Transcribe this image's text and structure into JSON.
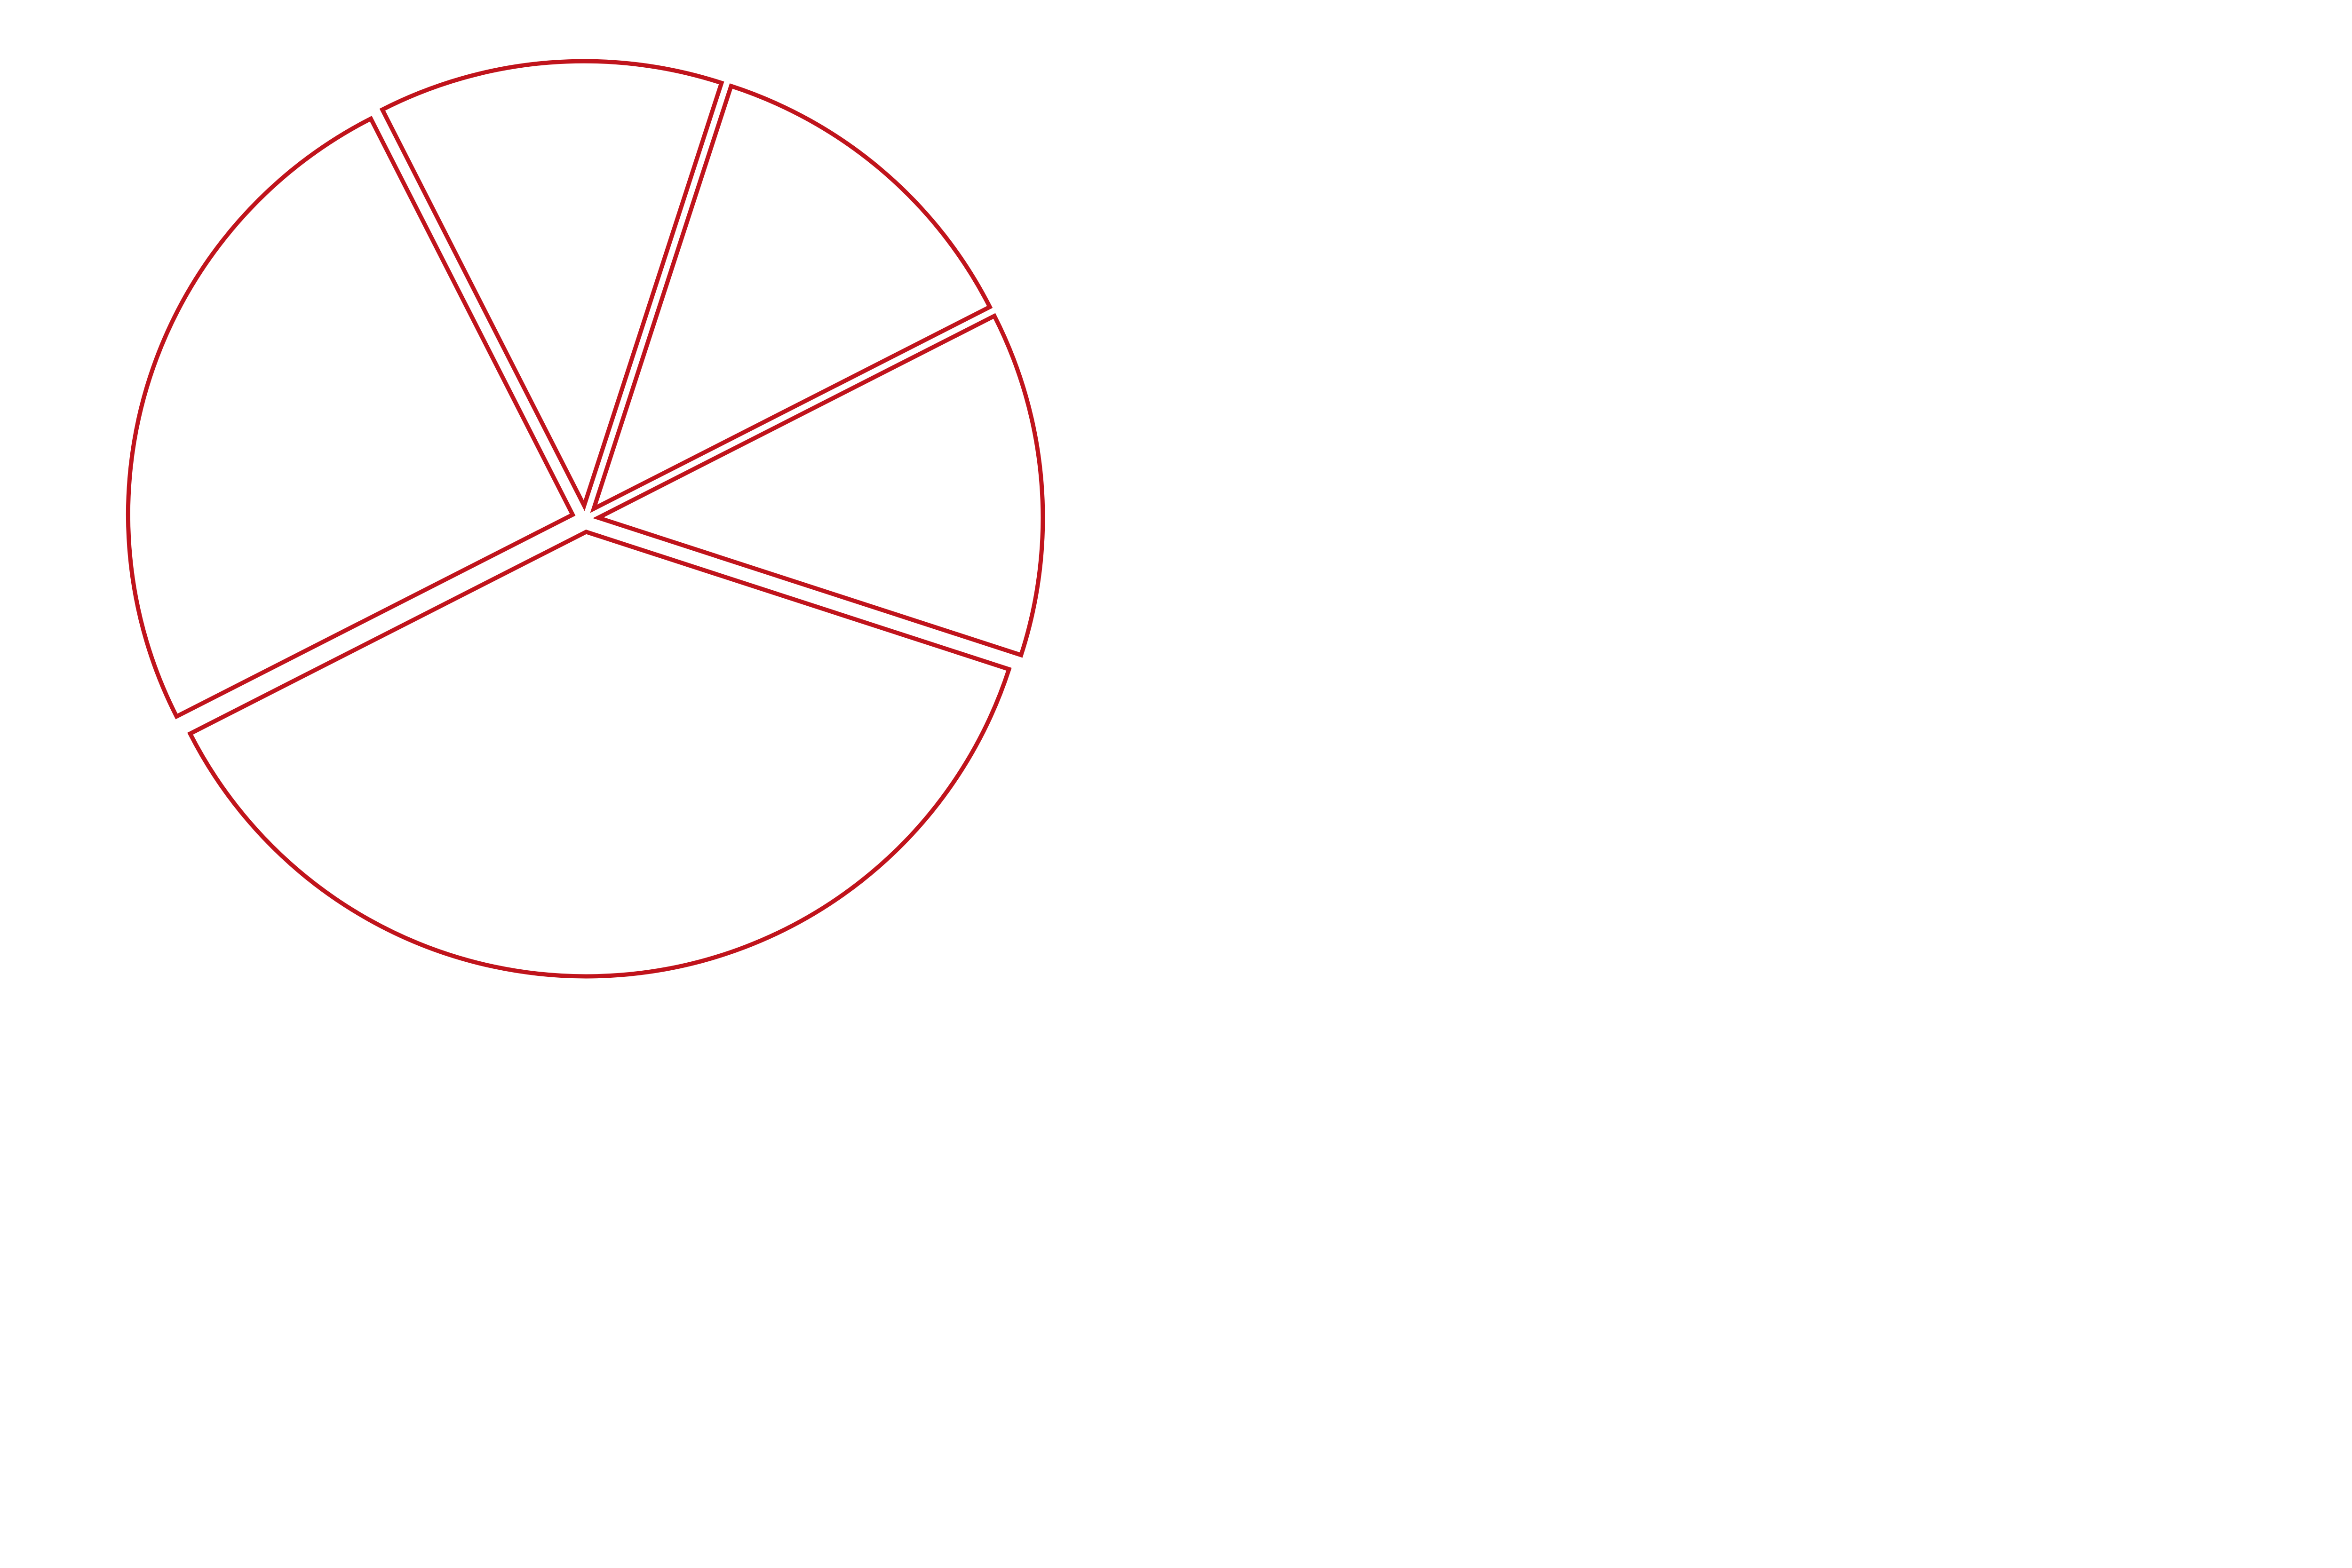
{
  "chart_data": {
    "type": "pie",
    "title": "",
    "values": [
      12.5,
      12.5,
      12.5,
      37.5,
      25
    ],
    "labels": [],
    "start_angle_deg": 117,
    "direction": "clockwise",
    "exploded": true,
    "fill": "none",
    "edge_color": "#c0141c",
    "legend": "none"
  }
}
